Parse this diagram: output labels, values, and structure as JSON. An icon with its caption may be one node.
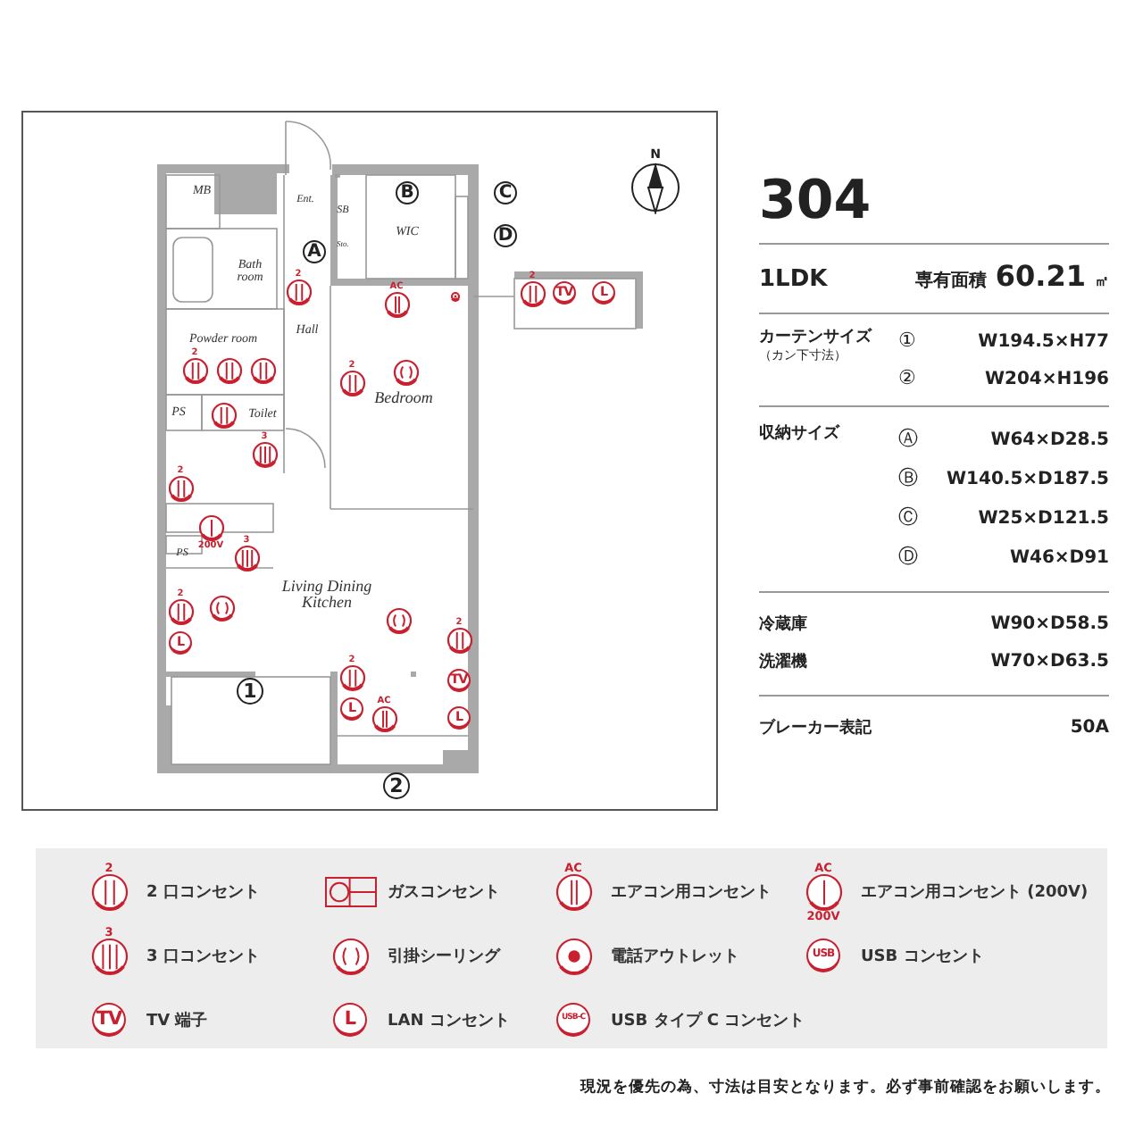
{
  "diagram": {
    "labels": [
      "N",
      "MB",
      "Ent.",
      "SB",
      "B",
      "WIC",
      "C",
      "Sto.",
      "A",
      "D",
      "Bath room",
      "2",
      "AC",
      "2",
      "TV",
      "L",
      "Powder room",
      "Hall",
      "2",
      "2",
      "Bedroom",
      "PS",
      "Toilet",
      "3",
      "2",
      "200V",
      "3",
      "PS",
      "Living Dining Kitchen",
      "2",
      "L",
      "2",
      "TV",
      "L",
      "1",
      "2",
      "L",
      "AC",
      "2",
      "304",
      "1LDK",
      "専有面積",
      "60.21",
      "㎡",
      "カーテンサイズ",
      "（カン下寸法）",
      "①",
      "W194.5×H77",
      "②",
      "W204×H196",
      "収納サイズ",
      "Ⓐ",
      "W64×D28.5",
      "Ⓑ",
      "W140.5×D187.5",
      "Ⓒ",
      "W25×D121.5",
      "Ⓓ",
      "W46×D91",
      "冷蔵庫",
      "W90×D58.5",
      "洗濯機",
      "W70×D63.5",
      "ブレーカー表記",
      "50A",
      "現況を優先の為、寸法は目安となります。必ず事前確認をお願いします。",
      "2",
      "AC",
      "AC",
      "200V",
      "3",
      "USB",
      "TV",
      "L",
      "USB-C"
    ],
    "legend": [
      {
        "text": "2 口コンセント"
      },
      {
        "text": "ガスコンセント"
      },
      {
        "text": "エアコン用コンセント"
      },
      {
        "text": "エアコン用コンセント (200V)"
      },
      {
        "text": "3 口コンセント"
      },
      {
        "text": "引掛シーリング"
      },
      {
        "text": "電話アウトレット"
      },
      {
        "text": "USB コンセント"
      },
      {
        "text": "TV 端子"
      },
      {
        "text": "LAN コンセント"
      },
      {
        "text": "USB タイプ C コンセント"
      }
    ]
  }
}
